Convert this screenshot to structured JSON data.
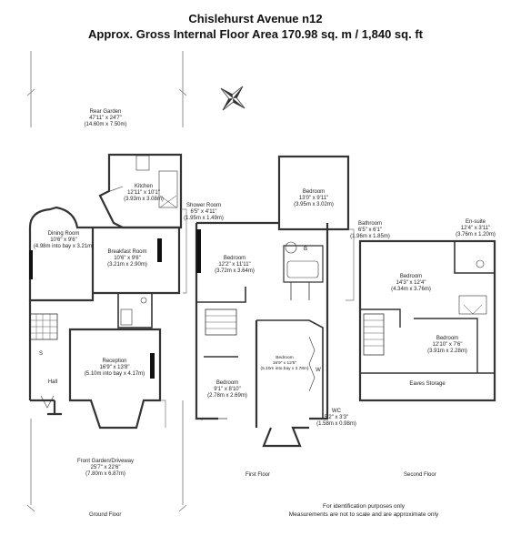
{
  "header": {
    "title": "Chislehurst Avenue n12",
    "subtitle": "Approx. Gross Internal Floor Area 170.98 sq. m / 1,840 sq. ft"
  },
  "rooms": {
    "rear_garden": {
      "name": "Rear Garden",
      "dim_ft": "47'11\" x 24'7\"",
      "dim_m": "(14.60m x 7.50m)"
    },
    "kitchen": {
      "name": "Kitchen",
      "dim_ft": "12'11\" x 10'1\"",
      "dim_m": "(3.93m x 3.08m)"
    },
    "dining_room": {
      "name": "Dining Room",
      "dim_ft": "10'6\" x 9'6\"",
      "dim_m": "(4.98m into bay x 3.21m)"
    },
    "breakfast_room": {
      "name": "Breakfast Room",
      "dim_ft": "10'6\" x 9'6\"",
      "dim_m": "(3.21m x 2.90m)"
    },
    "shower_room": {
      "name": "Shower Room",
      "dim_ft": "6'5\" x 4'11\"",
      "dim_m": "(1.95m x 1.49m)"
    },
    "reception": {
      "name": "Reception",
      "dim_ft": "16'9\" x 13'8\"",
      "dim_m": "(5.10m into bay x 4.17m)"
    },
    "hall": {
      "name": "Hall"
    },
    "front_garden": {
      "name": "Front Garden/Driveway",
      "dim_ft": "25'7\" x 22'6\"",
      "dim_m": "(7.80m x 6.87m)"
    },
    "bedroom_ff_rear": {
      "name": "Bedroom",
      "dim_ft": "13'0\" x 9'11\"",
      "dim_m": "(3.95m x 3.02m)"
    },
    "bedroom_ff_left": {
      "name": "Bedroom",
      "dim_ft": "12'2\" x 11'11\"",
      "dim_m": "(3.72m x 3.64m)"
    },
    "bedroom_ff_small": {
      "name": "Bedroom",
      "dim_ft": "9'1\" x 8'10\"",
      "dim_m": "(2.78m x 2.69m)"
    },
    "bedroom_ff_front": {
      "name": "Bedroom",
      "dim_ft": "16'9\" x 12'5\"",
      "dim_m": "(5.10m into bay x 3.78m)"
    },
    "bathroom": {
      "name": "Bathroom",
      "dim_ft": "6'5\" x 6'1\"",
      "dim_m": "(1.96m x 1.85m)"
    },
    "wc": {
      "name": "WC",
      "dim_ft": "5'2\" x 3'3\"",
      "dim_m": "(1.58m x 0.98m)"
    },
    "ensuite": {
      "name": "En-suite",
      "dim_ft": "12'4\" x 3'11\"",
      "dim_m": "(3.76m x 1.20m)"
    },
    "bedroom_sf_left": {
      "name": "Bedroom",
      "dim_ft": "14'3\" x 12'4\"",
      "dim_m": "(4.34m x 3.76m)"
    },
    "bedroom_sf_right": {
      "name": "Bedroom",
      "dim_ft": "12'10\" x 7'6\"",
      "dim_m": "(3.91m x 2.28m)"
    },
    "eaves": {
      "name": "Eaves Storage"
    }
  },
  "marks": {
    "s": "S",
    "b": "B",
    "w": "W"
  },
  "floors": {
    "ground": "Ground Floor",
    "first": "First Floor",
    "second": "Second Floor"
  },
  "notes": {
    "line1": "For identification purposes only",
    "line2": "Measurements are not to scale and are approximate only"
  },
  "colors": {
    "wall": "#333333",
    "thin": "#555555",
    "fill": "#ffffff"
  }
}
